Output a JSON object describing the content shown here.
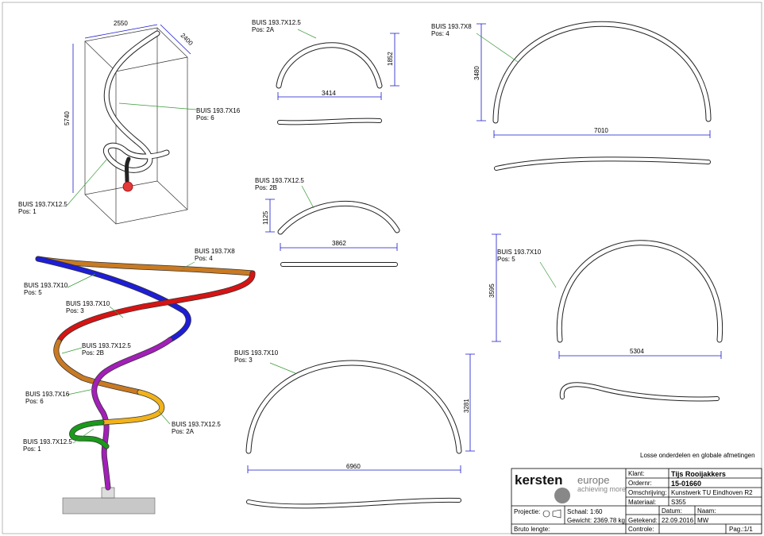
{
  "iso_view": {
    "dims": {
      "width": "2550",
      "depth": "2400",
      "height": "5740"
    },
    "labels": [
      {
        "name": "BUIS 193.7X16",
        "pos": "Pos: 6"
      },
      {
        "name": "BUIS 193.7X12.5",
        "pos": "Pos: 1"
      }
    ]
  },
  "color_view": {
    "labels": [
      {
        "name": "BUIS 193.7X8",
        "pos": "Pos: 4"
      },
      {
        "name": "BUIS 193.7X10",
        "pos": "Pos: 5"
      },
      {
        "name": "BUIS 193.7X10",
        "pos": "Pos: 3"
      },
      {
        "name": "BUIS 193.7X12.5",
        "pos": "Pos: 2B"
      },
      {
        "name": "BUIS 193.7X16",
        "pos": "Pos: 6"
      },
      {
        "name": "BUIS 193.7X12.5",
        "pos": "Pos: 2A"
      },
      {
        "name": "BUIS 193.7X12.5",
        "pos": "Pos: 1"
      }
    ],
    "segment_colors": {
      "pos4": "#c97a22",
      "pos5": "#1e1ed6",
      "pos3": "#d61414",
      "pos2b": "#c97a22",
      "pos6": "#a21fb8",
      "pos2a": "#f2b21a",
      "pos1": "#1a9a1a",
      "base": "#c8c8c8"
    }
  },
  "parts": [
    {
      "id": "2A",
      "name": "BUIS 193.7X12.5",
      "pos": "Pos: 2A",
      "width": "3414",
      "height": "1852"
    },
    {
      "id": "2B",
      "name": "BUIS 193.7X12.5",
      "pos": "Pos: 2B",
      "width": "3862",
      "height": "1125"
    },
    {
      "id": "3",
      "name": "BUIS 193.7X10",
      "pos": "Pos: 3",
      "width": "6960",
      "height": "3281"
    },
    {
      "id": "4",
      "name": "BUIS 193.7X8",
      "pos": "Pos: 4",
      "width": "7010",
      "height": "3480"
    },
    {
      "id": "5",
      "name": "BUIS 193.7X10",
      "pos": "Pos: 5",
      "width": "5304",
      "height": "3595"
    }
  ],
  "note": "Losse onderdelen en globale afmetingen",
  "title_block": {
    "logo_main": "kersten",
    "logo_sub": "europe",
    "tagline": "achieving more",
    "klant_label": "Klant:",
    "klant_value": "Tijs Rooijakkers",
    "ordernr_label": "Ordernr:",
    "ordernr_value": "15-01660",
    "omschrijving_label": "Omschrijving:",
    "omschrijving_value": "Kunstwerk TU Eindhoven R2",
    "materiaal_label": "Materiaal:",
    "materiaal_value": "S355",
    "projectie_label": "Projectie:",
    "schaal": "Schaal: 1:60",
    "gewicht": "Gewicht: 2369.78 kg",
    "datum_label": "Datum:",
    "naam_label": "Naam:",
    "getekend_label": "Getekend:",
    "getekend_date": "22.09.2016",
    "getekend_name": "MW",
    "bruto_label": "Bruto lengte:",
    "controle_label": "Controle:",
    "pag": "Pag.:1/1"
  }
}
